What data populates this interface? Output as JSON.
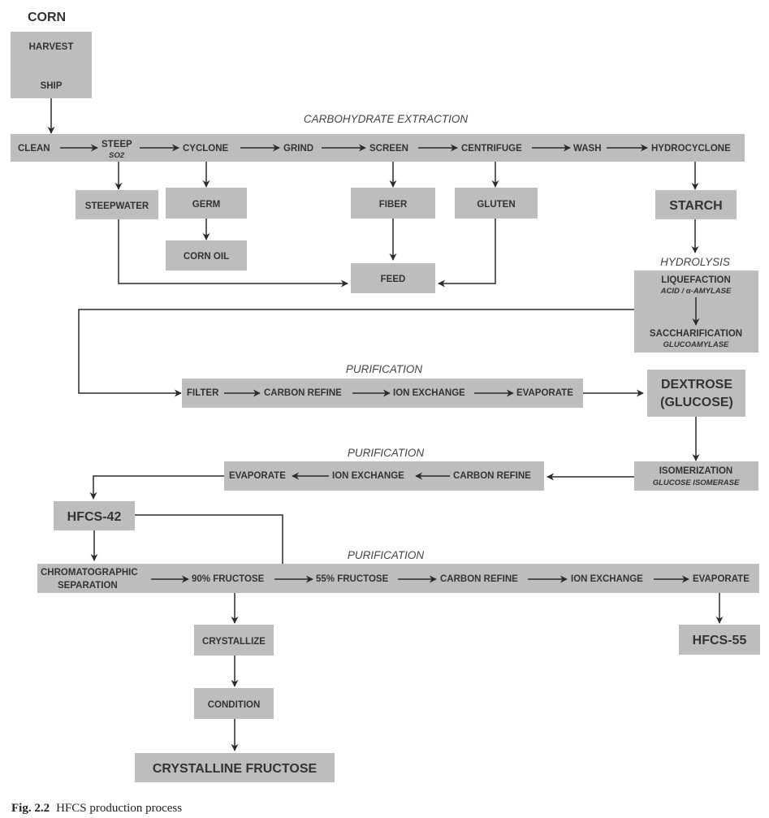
{
  "corn": "CORN",
  "harvest": "HARVEST",
  "ship": "SHIP",
  "carbohydrate_extraction": "CARBOHYDRATE EXTRACTION",
  "extraction": {
    "clean": "CLEAN",
    "steep": "STEEP",
    "so2": "SO2",
    "cyclone": "CYCLONE",
    "grind": "GRIND",
    "screen": "SCREEN",
    "centrifuge": "CENTRIFUGE",
    "wash": "WASH",
    "hydrocyclone": "HYDROCYCLONE"
  },
  "outputs": {
    "steepwater": "STEEPWATER",
    "germ": "GERM",
    "corn_oil": "CORN OIL",
    "fiber": "FIBER",
    "gluten": "GLUTEN",
    "feed": "FEED",
    "starch": "STARCH"
  },
  "hydrolysis": {
    "label": "HYDROLYSIS",
    "liquefaction": "LIQUEFACTION",
    "liquefaction_sub": "ACID / α-AMYLASE",
    "saccharification": "SACCHARIFICATION",
    "saccharification_sub": "GLUCOAMYLASE"
  },
  "purification1": {
    "label": "PURIFICATION",
    "filter": "FILTER",
    "carbon_refine": "CARBON REFINE",
    "ion_exchange": "ION EXCHANGE",
    "evaporate": "EVAPORATE"
  },
  "dextrose": {
    "line1": "DEXTROSE",
    "line2": "(GLUCOSE)"
  },
  "isomerization": {
    "label": "ISOMERIZATION",
    "sub": "GLUCOSE ISOMERASE"
  },
  "purification2": {
    "label": "PURIFICATION",
    "evaporate": "EVAPORATE",
    "ion_exchange": "ION EXCHANGE",
    "carbon_refine": "CARBON REFINE"
  },
  "hfcs42": "HFCS-42",
  "purification3": {
    "label": "PURIFICATION",
    "chromatographic_1": "CHROMATOGRAPHIC",
    "chromatographic_2": "SEPARATION",
    "fructose90": "90% FRUCTOSE",
    "fructose55": "55% FRUCTOSE",
    "carbon_refine": "CARBON REFINE",
    "ion_exchange": "ION EXCHANGE",
    "evaporate": "EVAPORATE"
  },
  "hfcs55": "HFCS-55",
  "crystallize": "CRYSTALLIZE",
  "condition": "CONDITION",
  "crystalline_fructose": "CRYSTALLINE FRUCTOSE",
  "caption": {
    "number": "Fig. 2.2",
    "text": "HFCS production process"
  }
}
